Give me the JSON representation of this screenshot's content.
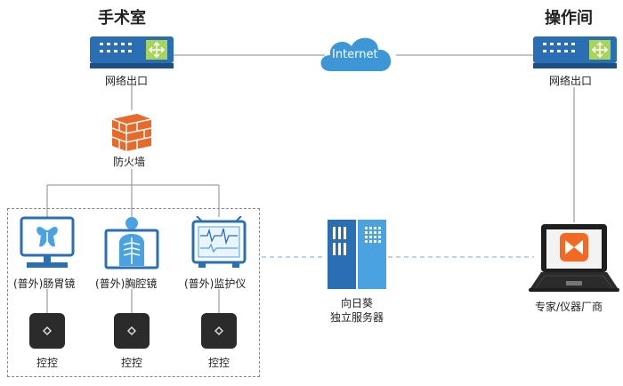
{
  "left_site": {
    "title": "手术室",
    "router_label": "网络出口",
    "firewall_label": "防火墙"
  },
  "right_site": {
    "title": "操作间",
    "router_label": "网络出口"
  },
  "cloud_label": "Internet",
  "devices": [
    {
      "label": "(普外)肠胃镜",
      "icon": "thyroid-monitor-icon",
      "box_label": "控控"
    },
    {
      "label": "(普外)胸腔镜",
      "icon": "chest-xray-icon",
      "box_label": "控控"
    },
    {
      "label": "(普外)监护仪",
      "icon": "vital-monitor-icon",
      "box_label": "控控"
    }
  ],
  "server": {
    "line1": "向日葵",
    "line2": "独立服务器"
  },
  "laptop_label": "专家/仪器厂商",
  "colors": {
    "blue": "#1a6fb5",
    "light_blue": "#4aa3e0",
    "firewall": "#e86a2a",
    "cloud": "#3d96d6"
  }
}
